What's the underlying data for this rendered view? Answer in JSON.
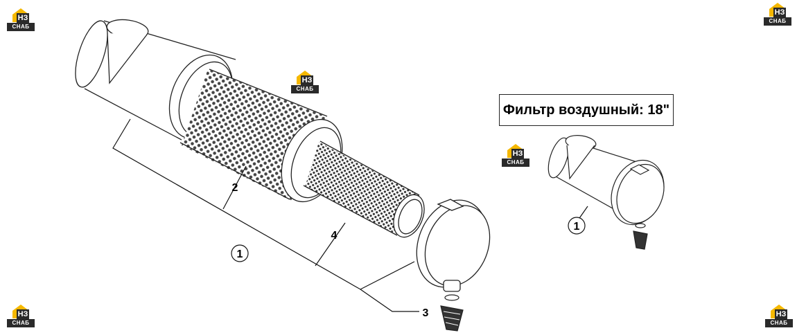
{
  "title": "Фильтр воздушный: 18\"",
  "logo": {
    "letters": "НЗ",
    "sub": "СНАБ",
    "accent_color": "#f5b800",
    "dark_color": "#2a2a2a"
  },
  "callouts": {
    "main_1": "1",
    "main_2": "2",
    "main_3": "3",
    "main_4": "4",
    "inset_1": "1"
  }
}
